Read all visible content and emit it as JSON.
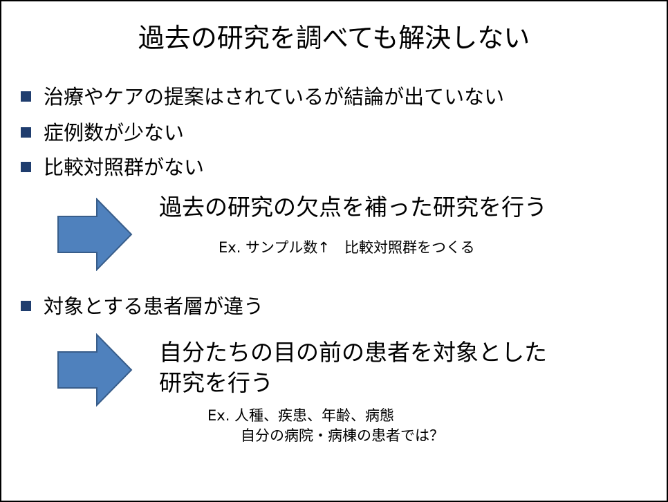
{
  "slide": {
    "title": "過去の研究を調べても解決しない",
    "bullets": [
      "治療やケアの提案はされているが結論が出ていない",
      "症例数が少ない",
      "比較対照群がない",
      "対象とする患者層が違う"
    ],
    "result1": {
      "text": "過去の研究の欠点を補った研究を行う",
      "example": "Ex. サンプル数↑　比較対照群をつくる"
    },
    "result2": {
      "line1": "自分たちの目の前の患者を対象とした",
      "line2": "研究を行う",
      "example_line1": "Ex. 人種、疾患、年齢、病態",
      "example_line2": "自分の病院・病棟の患者では？"
    }
  },
  "colors": {
    "bullet_square": "#1f3d6e",
    "arrow_fill": "#4f81bd",
    "arrow_stroke": "#385d8a"
  }
}
